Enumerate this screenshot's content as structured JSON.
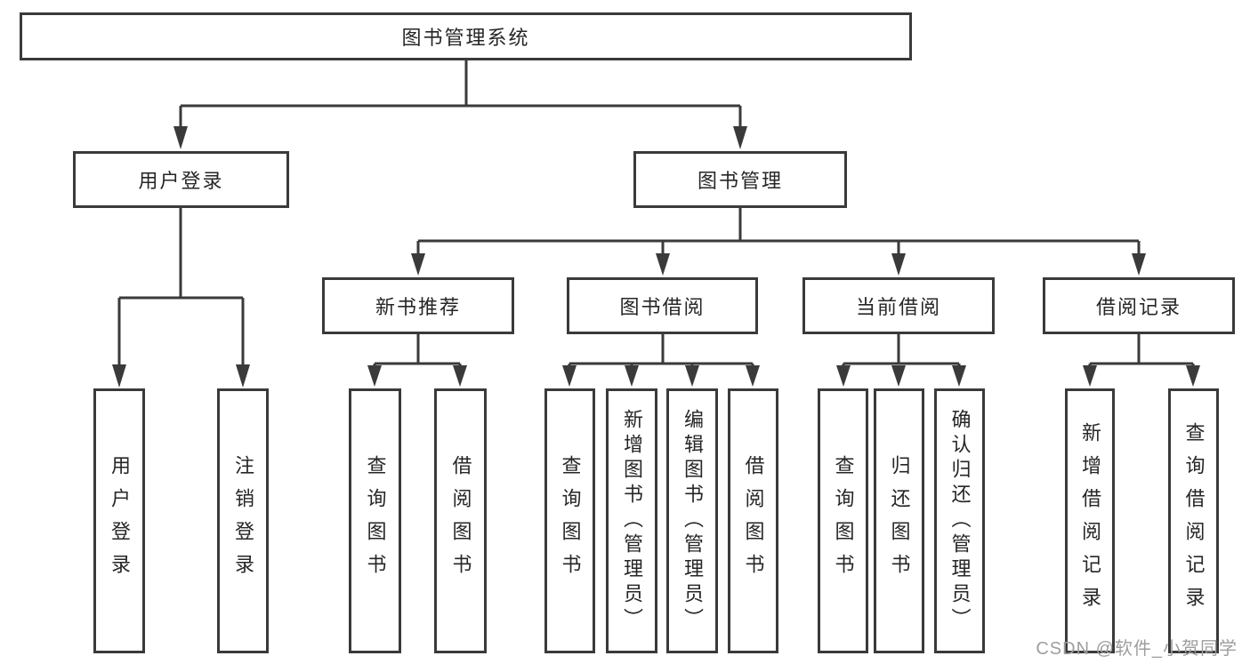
{
  "tree": {
    "label": "图书管理系统",
    "children": [
      {
        "label": "用户登录",
        "children": [
          {
            "label": "用户登录"
          },
          {
            "label": "注销登录"
          }
        ]
      },
      {
        "label": "图书管理",
        "children": [
          {
            "label": "新书推荐",
            "children": [
              {
                "label": "查询图书"
              },
              {
                "label": "借阅图书"
              }
            ]
          },
          {
            "label": "图书借阅",
            "children": [
              {
                "label": "查询图书"
              },
              {
                "label": "新增图书（管理员）"
              },
              {
                "label": "编辑图书（管理员）"
              },
              {
                "label": "借阅图书"
              }
            ]
          },
          {
            "label": "当前借阅",
            "children": [
              {
                "label": "查询图书"
              },
              {
                "label": "归还图书"
              },
              {
                "label": "确认归还（管理员）"
              }
            ]
          },
          {
            "label": "借阅记录",
            "children": [
              {
                "label": "新增借阅记录"
              },
              {
                "label": "查询借阅记录"
              }
            ]
          }
        ]
      }
    ]
  },
  "watermark": {
    "text": "CSDN @软件_小贺同学"
  },
  "colors": {
    "line": "#3a3a3a",
    "text": "#262626",
    "watermark": "#9e9e9e",
    "background": "#ffffff"
  }
}
